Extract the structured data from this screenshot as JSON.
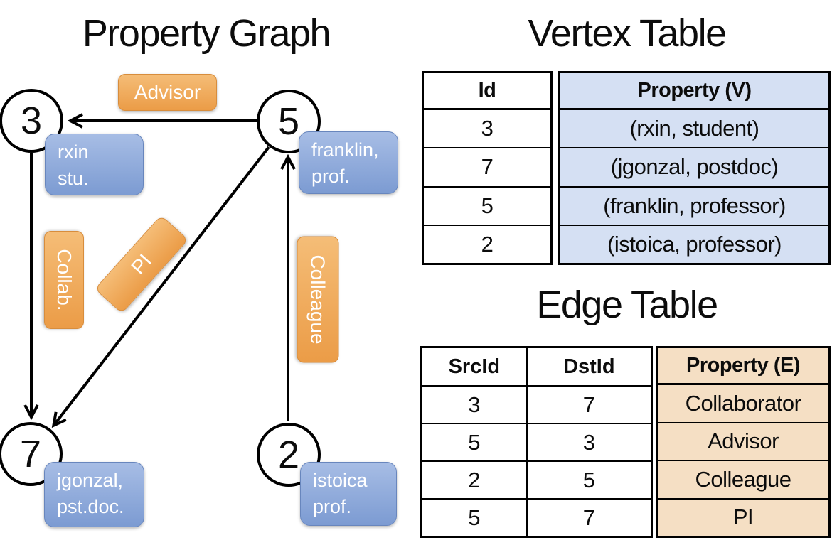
{
  "colors": {
    "orange-top": "#F5BD77",
    "orange-bottom": "#EB9C47",
    "orange-border": "#D88D3C",
    "blue-top": "#A7BDE5",
    "blue-bottom": "#7C9BD2",
    "blue-border": "#6886BD",
    "vertex-fill": "#D5E0F3",
    "edge-fill": "#F5DFC4"
  },
  "graph": {
    "title": "Property Graph",
    "nodes": [
      {
        "id": "3",
        "property_line1": "rxin",
        "property_line2": "stu."
      },
      {
        "id": "5",
        "property_line1": "franklin,",
        "property_line2": "prof."
      },
      {
        "id": "7",
        "property_line1": "jgonzal,",
        "property_line2": "pst.doc."
      },
      {
        "id": "2",
        "property_line1": "istoica",
        "property_line2": "prof."
      }
    ],
    "edge_labels": {
      "advisor": "Advisor",
      "collab": "Collab.",
      "pi": "PI",
      "colleague": "Colleague"
    }
  },
  "vertex_table": {
    "title": "Vertex Table",
    "col_id": "Id",
    "col_property": "Property (V)",
    "rows": [
      {
        "id": "3",
        "property": "(rxin, student)"
      },
      {
        "id": "7",
        "property": "(jgonzal, postdoc)"
      },
      {
        "id": "5",
        "property": "(franklin, professor)"
      },
      {
        "id": "2",
        "property": "(istoica, professor)"
      }
    ]
  },
  "edge_table": {
    "title": "Edge Table",
    "col_src": "SrcId",
    "col_dst": "DstId",
    "col_property": "Property (E)",
    "rows": [
      {
        "src": "3",
        "dst": "7",
        "property": "Collaborator"
      },
      {
        "src": "5",
        "dst": "3",
        "property": "Advisor"
      },
      {
        "src": "2",
        "dst": "5",
        "property": "Colleague"
      },
      {
        "src": "5",
        "dst": "7",
        "property": "PI"
      }
    ]
  }
}
